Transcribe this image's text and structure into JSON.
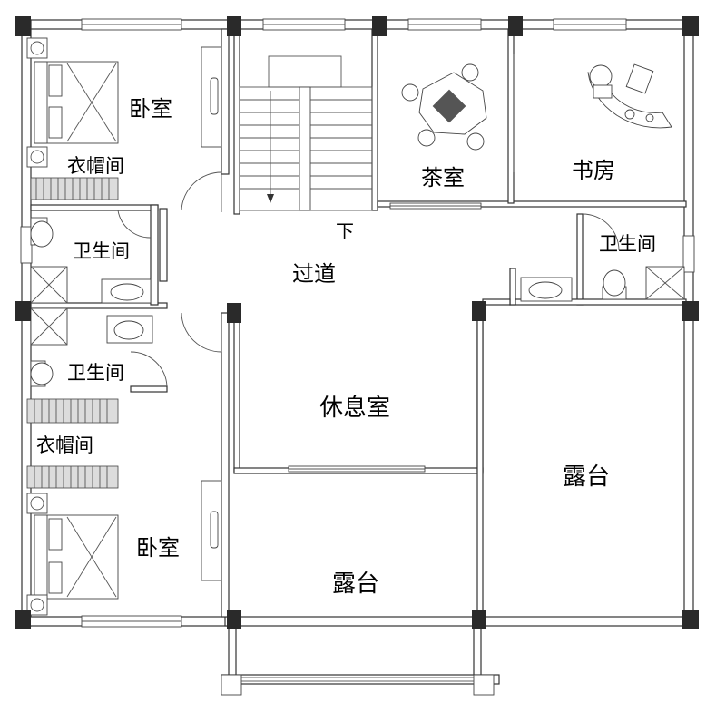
{
  "rooms": {
    "bedroom_top": "卧室",
    "closet_top": "衣帽间",
    "bath_left_top": "卫生间",
    "corridor": "过道",
    "stair_down": "下",
    "tea_room": "茶室",
    "study": "书房",
    "bath_right": "卫生间",
    "bath_left_bottom": "卫生间",
    "closet_bottom": "衣帽间",
    "lounge": "休息室",
    "terrace_right": "露台",
    "bedroom_bottom": "卧室",
    "terrace_bottom": "露台"
  }
}
